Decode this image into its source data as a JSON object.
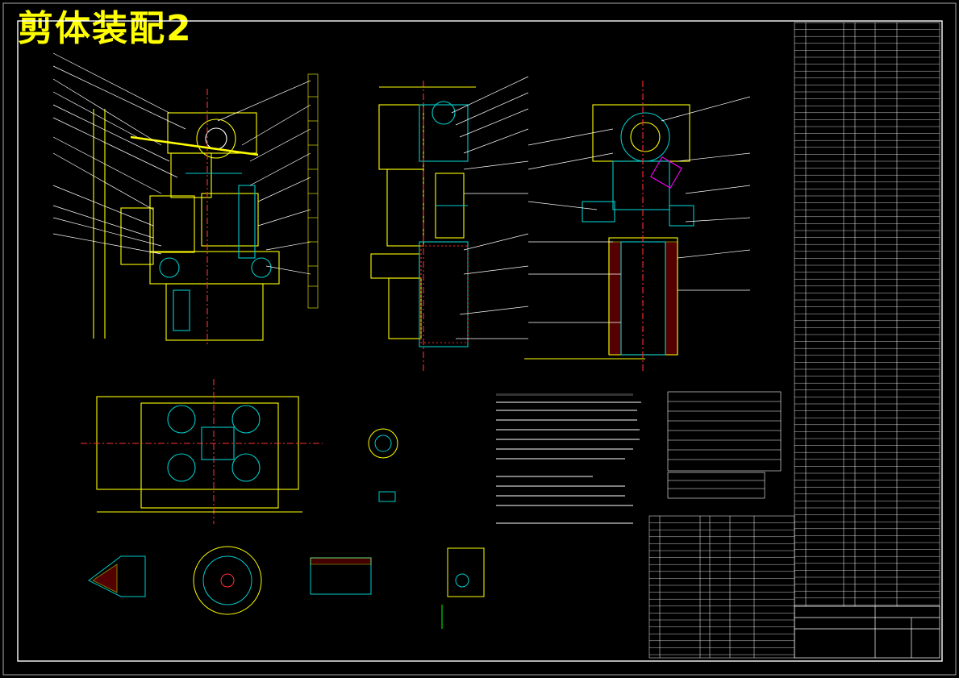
{
  "drawing": {
    "title": "剪体装配2",
    "colors": {
      "background": "#000000",
      "frame": "#ffffff",
      "outline": "#ffff00",
      "leader": "#ffffff",
      "section": "#00cccc",
      "hatch": "#ff2020",
      "center_line": "#ff3030",
      "hidden": "#ff00ff",
      "green": "#00ff00",
      "text": "#ffffff"
    },
    "icons": [
      "assembly-front-view",
      "assembly-side-view",
      "assembly-section-view",
      "top-view",
      "detail-views",
      "parts-list-table",
      "title-block"
    ]
  }
}
